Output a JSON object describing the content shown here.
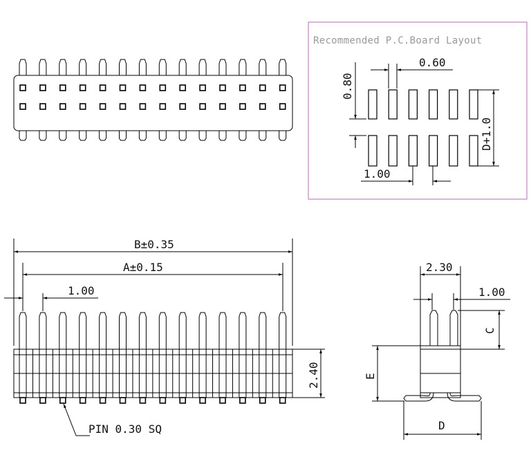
{
  "pcb_layout": {
    "title": "Recommended  P.C.Board  Layout",
    "pad_width": "0.60",
    "pad_length": "0.80",
    "pitch": "1.00",
    "row_span": "D+1.0"
  },
  "front_view": {
    "overall_length": "B±0.35",
    "pin_span": "A±0.15",
    "pitch": "1.00",
    "body_height": "2.40",
    "pin_note": "PIN  0.30  SQ"
  },
  "side_view": {
    "row_spacing": "2.30",
    "pitch": "1.00",
    "pin_length_label": "C",
    "height_label": "E",
    "width_label": "D"
  },
  "colors": {
    "frame": "#c8a0c8",
    "line": "#000000",
    "caption": "#9a9a9a"
  }
}
